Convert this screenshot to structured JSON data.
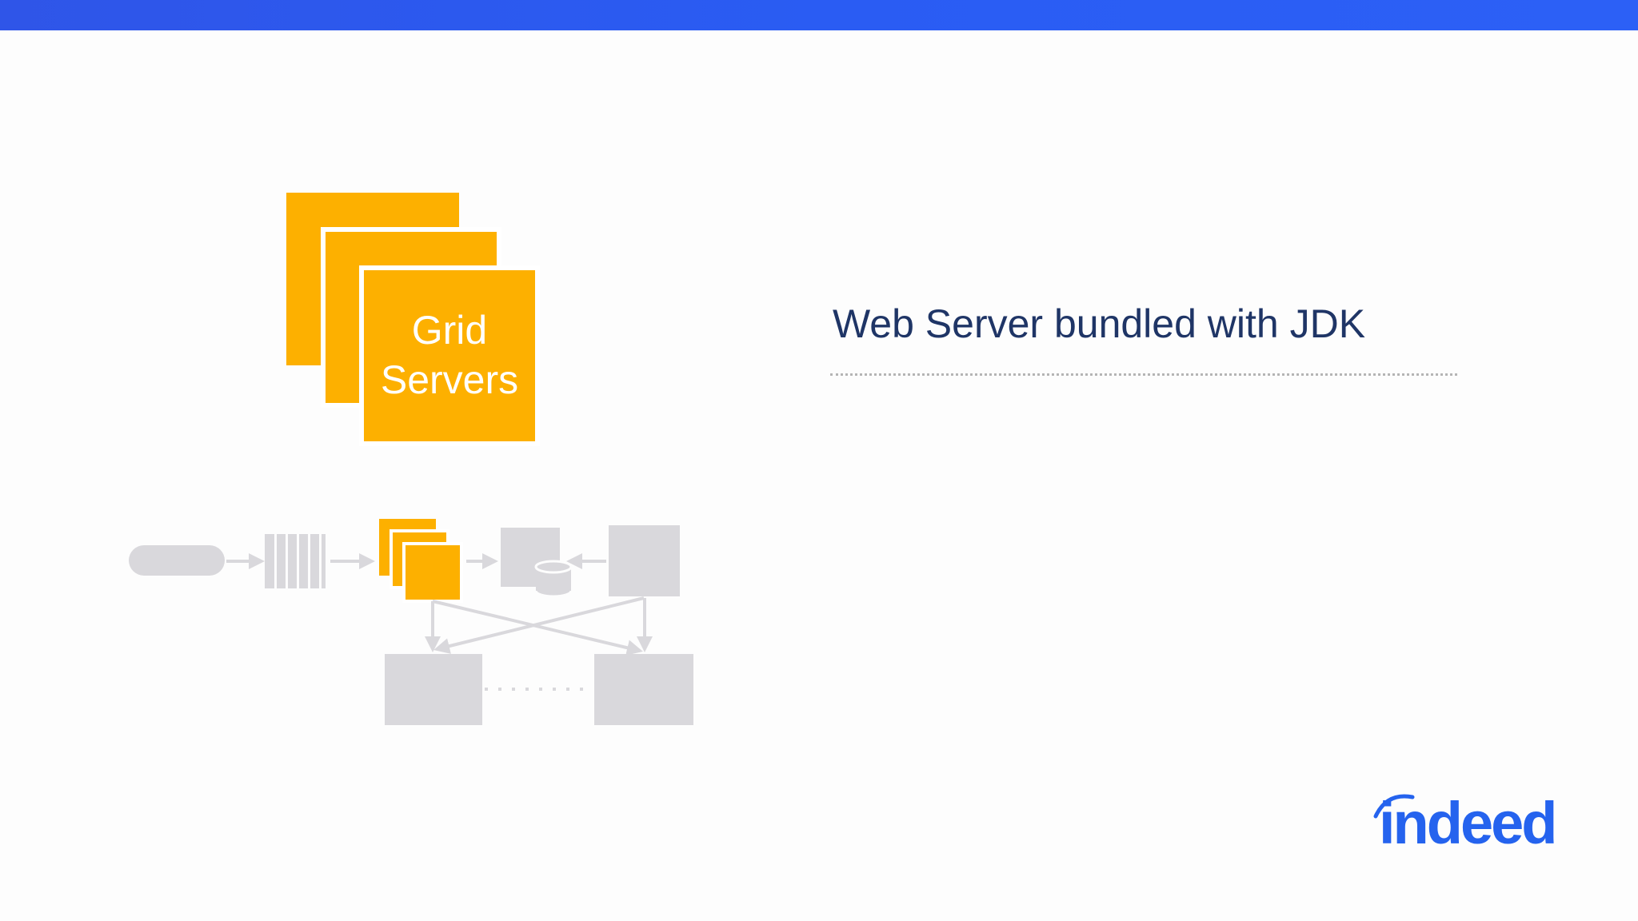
{
  "colors": {
    "top_bar": "#2c5ef3",
    "accent_orange": "#fdb000",
    "diagram_gray": "#d9d8dc",
    "heading_text": "#1f3566",
    "logo_blue": "#2563ee"
  },
  "grid_servers": {
    "label_line1": "Grid",
    "label_line2": "Servers"
  },
  "heading": {
    "title": "Web Server bundled with JDK"
  },
  "logo": {
    "brand": "indeed"
  }
}
